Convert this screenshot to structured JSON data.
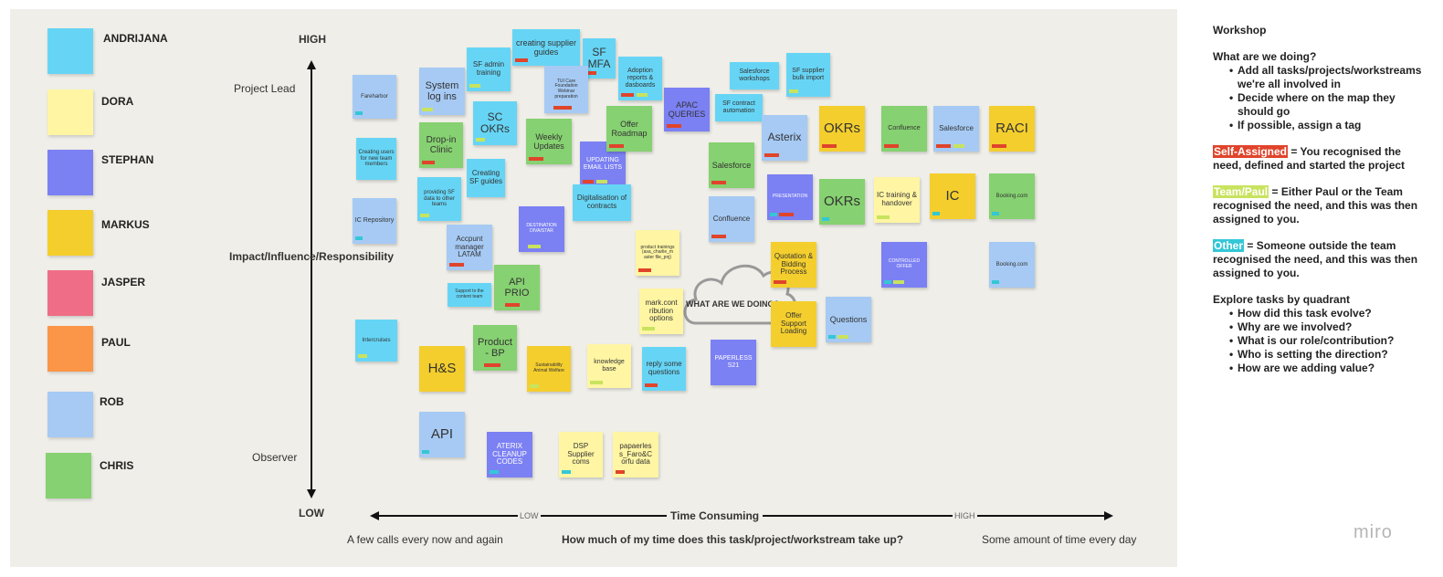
{
  "colors": {
    "cyan": "#66d5f5",
    "yellow": "#fff5a3",
    "purple": "#7b80f3",
    "gold": "#f4ce2d",
    "pink": "#ef6d86",
    "orange": "#fb9547",
    "blue": "#a6caf4",
    "green": "#86d171",
    "tag_red": "#e0442b",
    "tag_lime": "#c8e35f",
    "tag_cyan": "#33c7d6"
  },
  "legend": [
    {
      "name": "ANDRIJANA",
      "color": "#66d5f5"
    },
    {
      "name": "DORA",
      "color": "#fff5a3"
    },
    {
      "name": "STEPHAN",
      "color": "#7b80f3"
    },
    {
      "name": "MARKUS",
      "color": "#f4ce2d"
    },
    {
      "name": "JASPER",
      "color": "#ef6d86"
    },
    {
      "name": "PAUL",
      "color": "#fb9547"
    },
    {
      "name": "ROB",
      "color": "#a6caf4"
    },
    {
      "name": "CHRIS",
      "color": "#86d171"
    }
  ],
  "axis": {
    "high": "HIGH",
    "low": "LOW",
    "project_lead": "Project Lead",
    "observer": "Observer",
    "impact": "Impact/Influence/Responsibility",
    "time_low": "LOW",
    "time_title": "Time Consuming",
    "time_high": "HIGH",
    "few_calls": "A few calls every now and again",
    "question": "How much of my time does this task/project/workstream take up?",
    "every_day": "Some amount of time every day"
  },
  "cloud_label": "WHAT ARE WE DOING?",
  "notes": [
    "Fareharbor",
    "Creating users for new team members",
    "IC Repository",
    "Intercruises",
    "System log ins",
    "Drop-in Clinic",
    "providing SF data to other teams",
    "Accpunt manager LATAM",
    "Support to the content team",
    "H&S",
    "API",
    "SF admin training",
    "SC OKRs",
    "Creating SF guides",
    "API PRIO",
    "Product - BP",
    "ATERIX CLEANUP CODES",
    "creating supplier guides",
    "SF MFA",
    "TUI Care Foundation Webinar preparation",
    "Weekly Updates",
    "DESTINATION DIVA/STAR",
    "Sustainability Animal Welfare",
    "DSP Supplier coms",
    "UPDATING EMAIL LISTS",
    "Digitalisation of contracts",
    "knowledge base",
    "papaerles s_Faro&C orfu data",
    "Adoption reports & dasboards",
    "Offer Roadmap",
    "product trainings (asa_charlie_m aster file_pnj)",
    "mark.cont ribution options",
    "reply some questions",
    "APAC QUERIES",
    "SF contract automation",
    "Salesforce workshops",
    "SF supplier bulk import",
    "Salesforce",
    "Confluence",
    "PAPERLESS S21",
    "Asterix",
    "PRESENTATION",
    "Quotation & Bidding Process",
    "Offer Support Loading",
    "Questions",
    "OKRs",
    "OKRs",
    "Confluence",
    "IC training & handover",
    "CONTROLLED OFFER",
    "Salesforce",
    "IC",
    "RACI",
    "Booking.com",
    "Booking.com"
  ],
  "sidebar": {
    "title": "Workshop",
    "q1": "What are we doing?",
    "b1": "Add all tasks/projects/workstreams we're all involved in",
    "b2": "Decide where on the map they should go",
    "b3": "If possible, assign a tag",
    "self_tag": "Self-Assigned",
    "self_text": "= You recognised the need, defined and started the project",
    "team_tag": "Team/Paul",
    "team_text": "= Either Paul or the Team recognised the need, and this was then assigned to you.",
    "other_tag": "Other",
    "other_text": "= Someone outside the team recognised the need, and this was then assigned to you.",
    "explore": "Explore tasks by quadrant",
    "e1": "How did this task evolve?",
    "e2": "Why are we involved?",
    "e3": "What is our role/contribution?",
    "e4": "Who is setting the direction?",
    "e5": "How are we adding value?"
  },
  "brand": "miro"
}
